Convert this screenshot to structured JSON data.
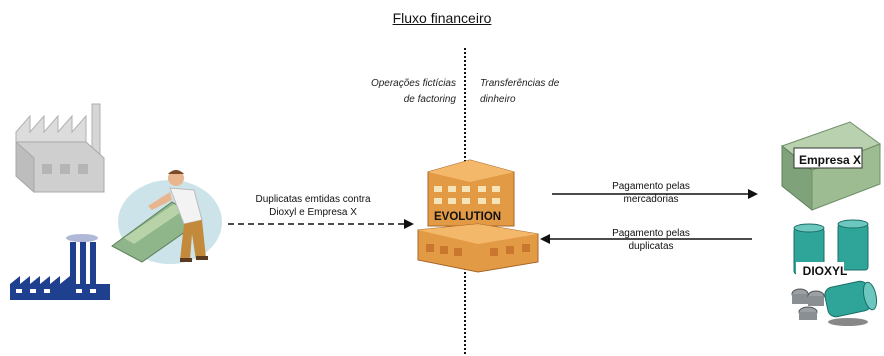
{
  "title": "Fluxo financeiro",
  "divider": {
    "left_label": [
      "Operações fictícias",
      "de factoring"
    ],
    "right_label": [
      "Transferências de",
      "dinheiro"
    ]
  },
  "flows": {
    "duplicatas": [
      "Duplicatas emtidas contra",
      "Dioxyl e Empresa X"
    ],
    "pagamento_mercadorias": [
      "Pagamento pelas",
      "mercadorias"
    ],
    "pagamento_duplicatas": [
      "Pagamento pelas",
      "duplicatas"
    ]
  },
  "nodes": {
    "evolution": "EVOLUTION",
    "empresa_x": "Empresa X",
    "dioxyl": "DIOXYL"
  },
  "colors": {
    "factory_gray": "#c8c8c8",
    "factory_blue": "#1f3f8f",
    "building_orange": "#e39a45",
    "crate_green": "#8fb58a",
    "barrel_teal": "#2fa59a",
    "barrel_gray": "#8a8f94"
  },
  "icons": [
    "factory-gray-icon",
    "factory-blue-icon",
    "worker-icon",
    "building-icon",
    "crate-icon",
    "barrels-icon"
  ]
}
